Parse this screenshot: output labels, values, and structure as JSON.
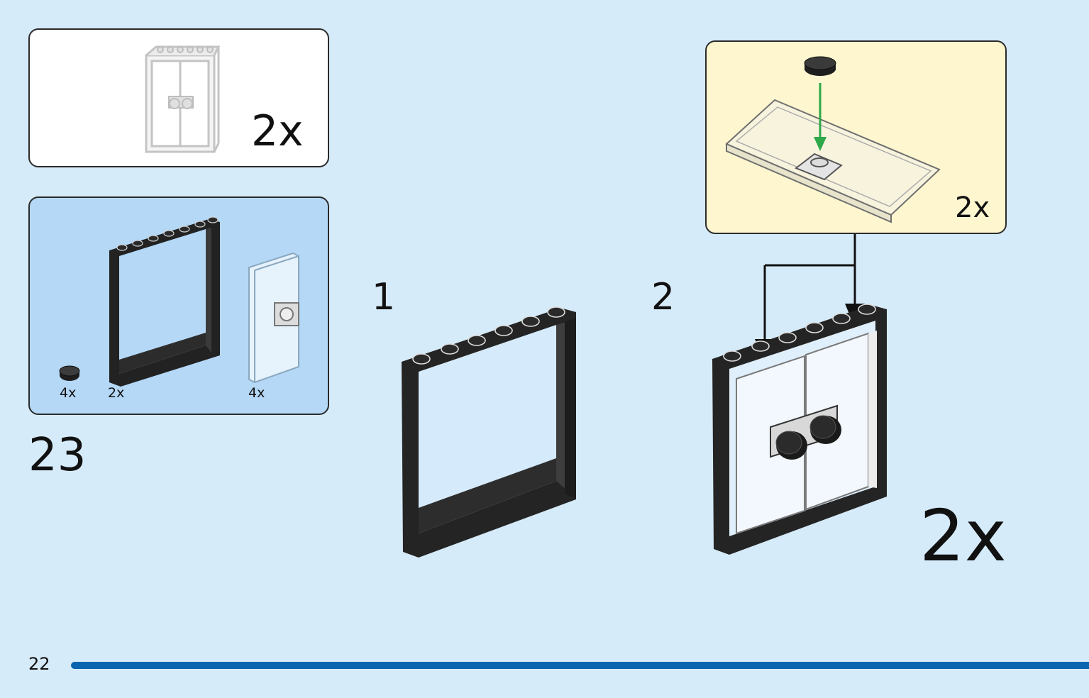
{
  "step_result": {
    "multiplier": "2x"
  },
  "parts_list": {
    "items": [
      {
        "icon": "round-tile-icon",
        "qty": "4x"
      },
      {
        "icon": "window-frame-icon",
        "qty": "2x"
      },
      {
        "icon": "glass-pane-icon",
        "qty": "4x"
      }
    ]
  },
  "step": {
    "number": "23"
  },
  "sub_steps": [
    {
      "number": "1"
    },
    {
      "number": "2"
    }
  ],
  "sub_assembly": {
    "multiplier": "2x"
  },
  "assembly": {
    "multiplier": "2x"
  },
  "page": {
    "number": "22"
  },
  "colors": {
    "background": "#d6ebf9",
    "parts_box": "#b4d8f6",
    "sub_box": "#fdf6cf",
    "arrow": "#2ea84a",
    "bar": "#0a64b0"
  }
}
